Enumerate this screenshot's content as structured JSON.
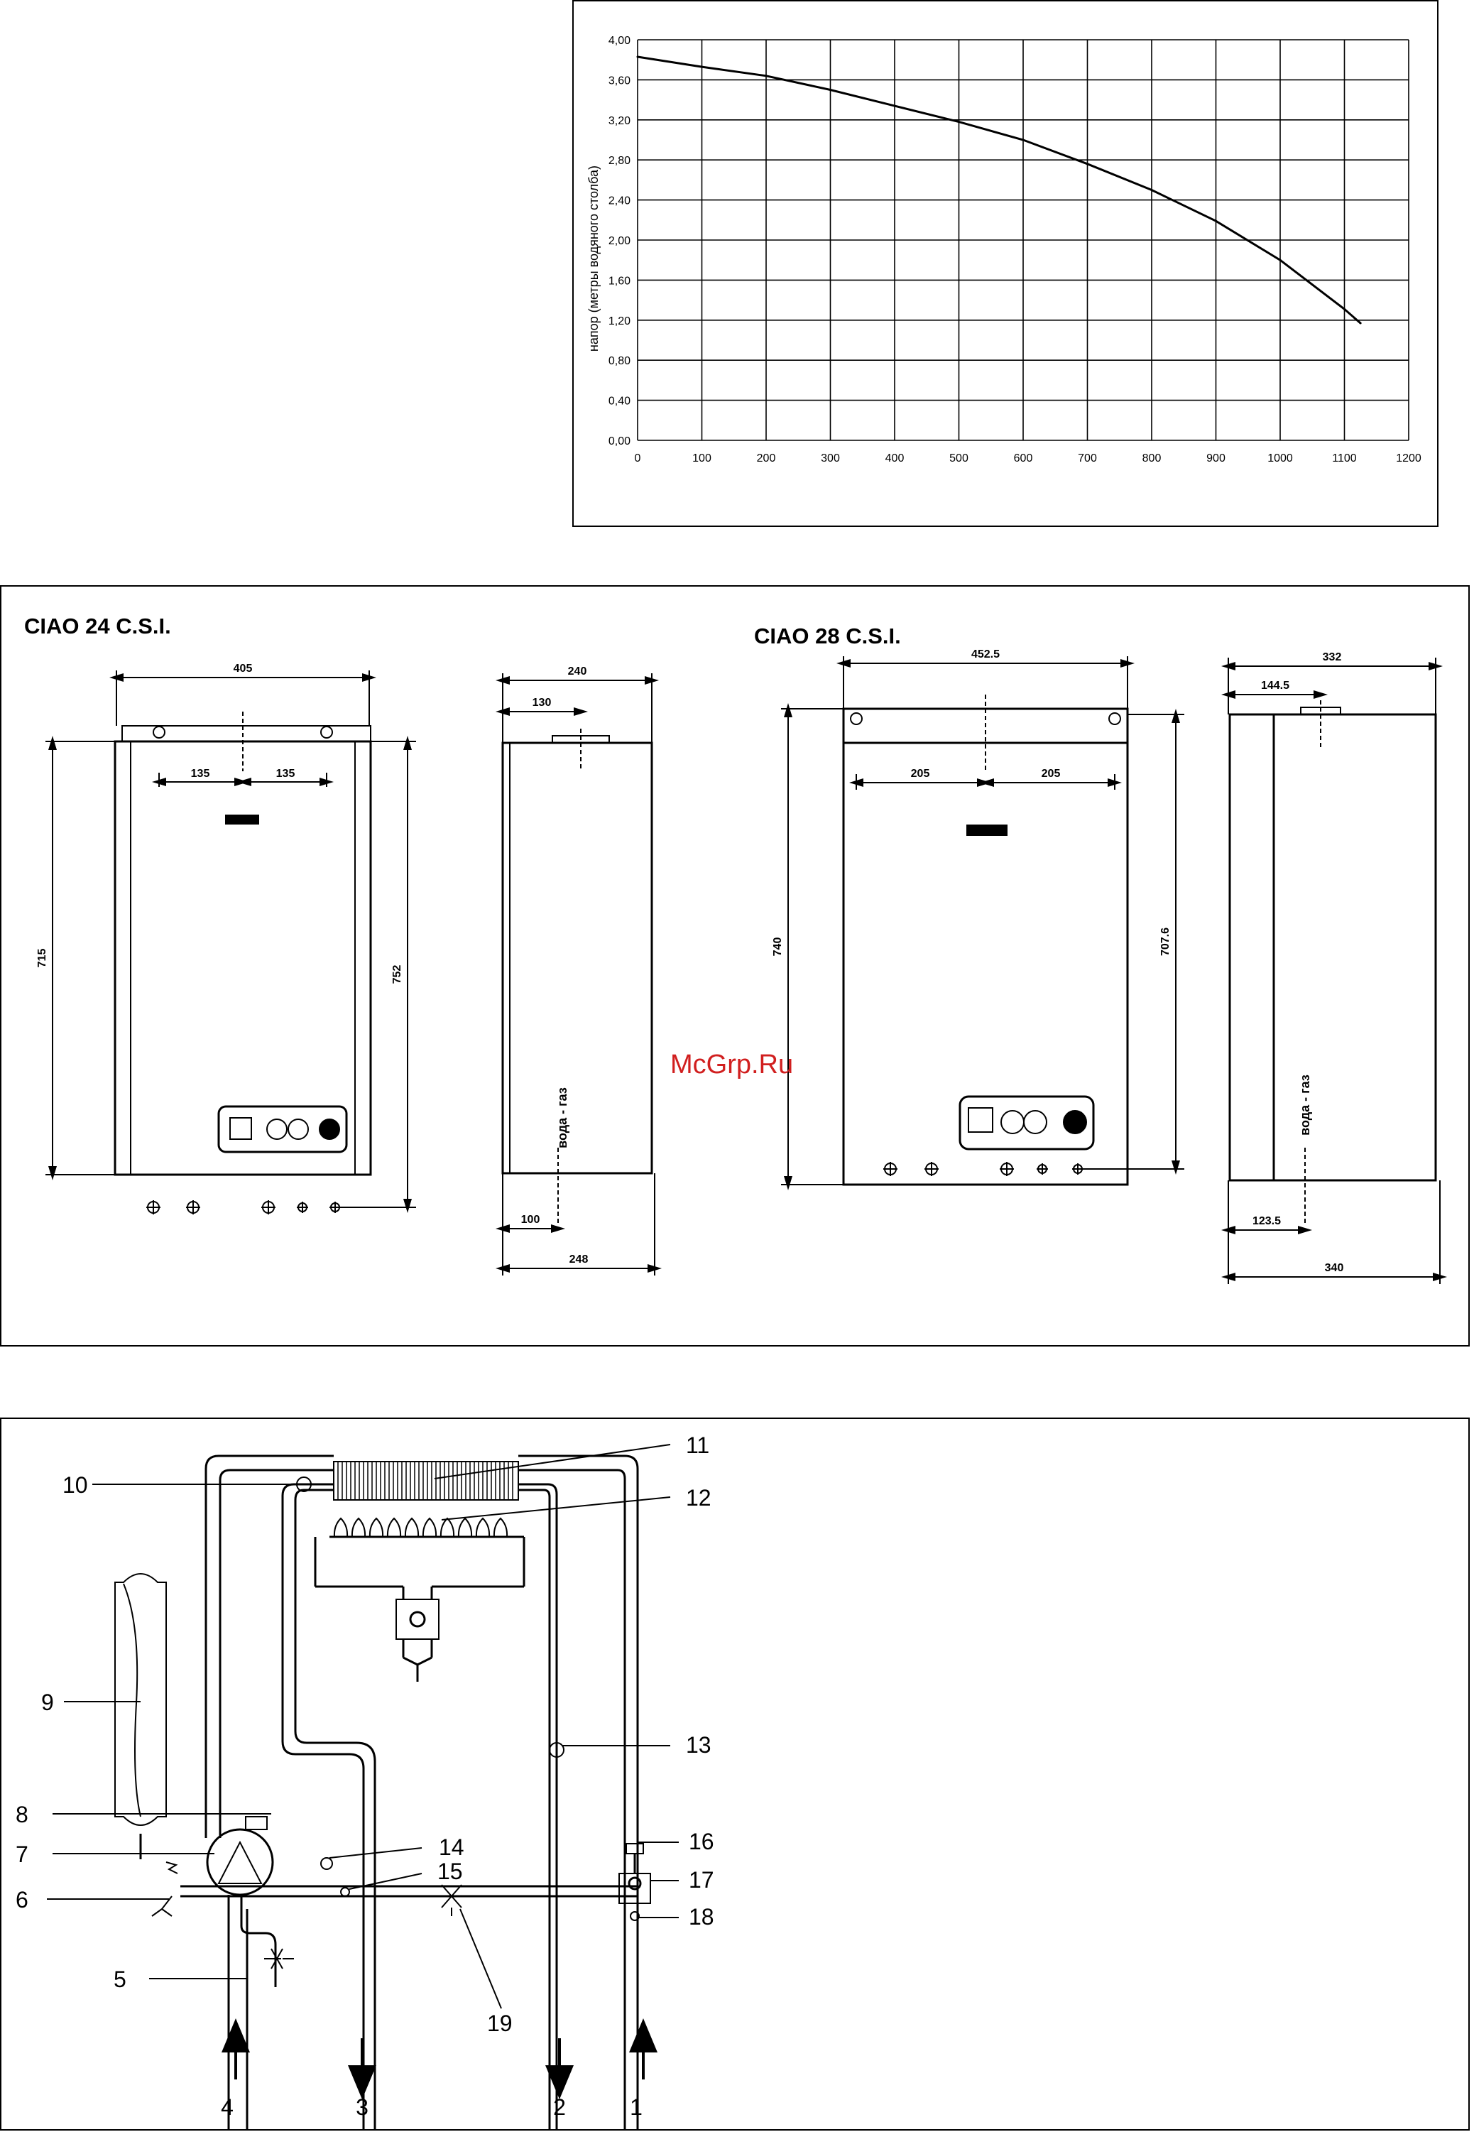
{
  "chart_data": {
    "type": "line",
    "ylabel": "напор (метры водяного столба)",
    "xlabel": "",
    "title": "",
    "xlim": [
      0,
      1200
    ],
    "ylim": [
      0,
      4.0
    ],
    "x_ticks": [
      "0",
      "100",
      "200",
      "300",
      "400",
      "500",
      "600",
      "700",
      "800",
      "900",
      "1000",
      "1100",
      "1200"
    ],
    "y_ticks": [
      "0,00",
      "0,40",
      "0,80",
      "1,20",
      "1,60",
      "2,00",
      "2,40",
      "2,80",
      "3,20",
      "3,60",
      "4,00"
    ],
    "x": [
      0,
      100,
      200,
      300,
      400,
      500,
      600,
      700,
      800,
      900,
      1000,
      1100,
      1125
    ],
    "series": [
      {
        "values": [
          3.83,
          3.73,
          3.64,
          3.5,
          3.34,
          3.18,
          3.0,
          2.76,
          2.5,
          2.19,
          1.8,
          1.31,
          1.17
        ]
      }
    ],
    "grid": true,
    "legend": "none"
  },
  "dimensions": {
    "left_model": {
      "title": "CIAO 24 C.S.I.",
      "front": {
        "width": "405",
        "half_left": "135",
        "half_right": "135",
        "height_inner": "715",
        "height_outer": "752"
      },
      "side": {
        "depth": "240",
        "offset_top": "130",
        "offset_bottom": "100",
        "depth_bottom": "248",
        "label": "вода - газ"
      }
    },
    "right_model": {
      "title": "CIAO 28 C.S.I.",
      "front": {
        "width": "452.5",
        "half_left": "205",
        "half_right": "205",
        "height_left": "740",
        "height_right": "707.6"
      },
      "side": {
        "depth": "332",
        "offset_top": "144.5",
        "offset_bottom": "123.5",
        "depth_bottom": "340",
        "label": "вода - газ"
      }
    }
  },
  "watermark": "McGrp.Ru",
  "schematic": {
    "labels": [
      "1",
      "2",
      "3",
      "4",
      "5",
      "6",
      "7",
      "8",
      "9",
      "10",
      "11",
      "12",
      "13",
      "14",
      "15",
      "16",
      "17",
      "18",
      "19"
    ]
  }
}
